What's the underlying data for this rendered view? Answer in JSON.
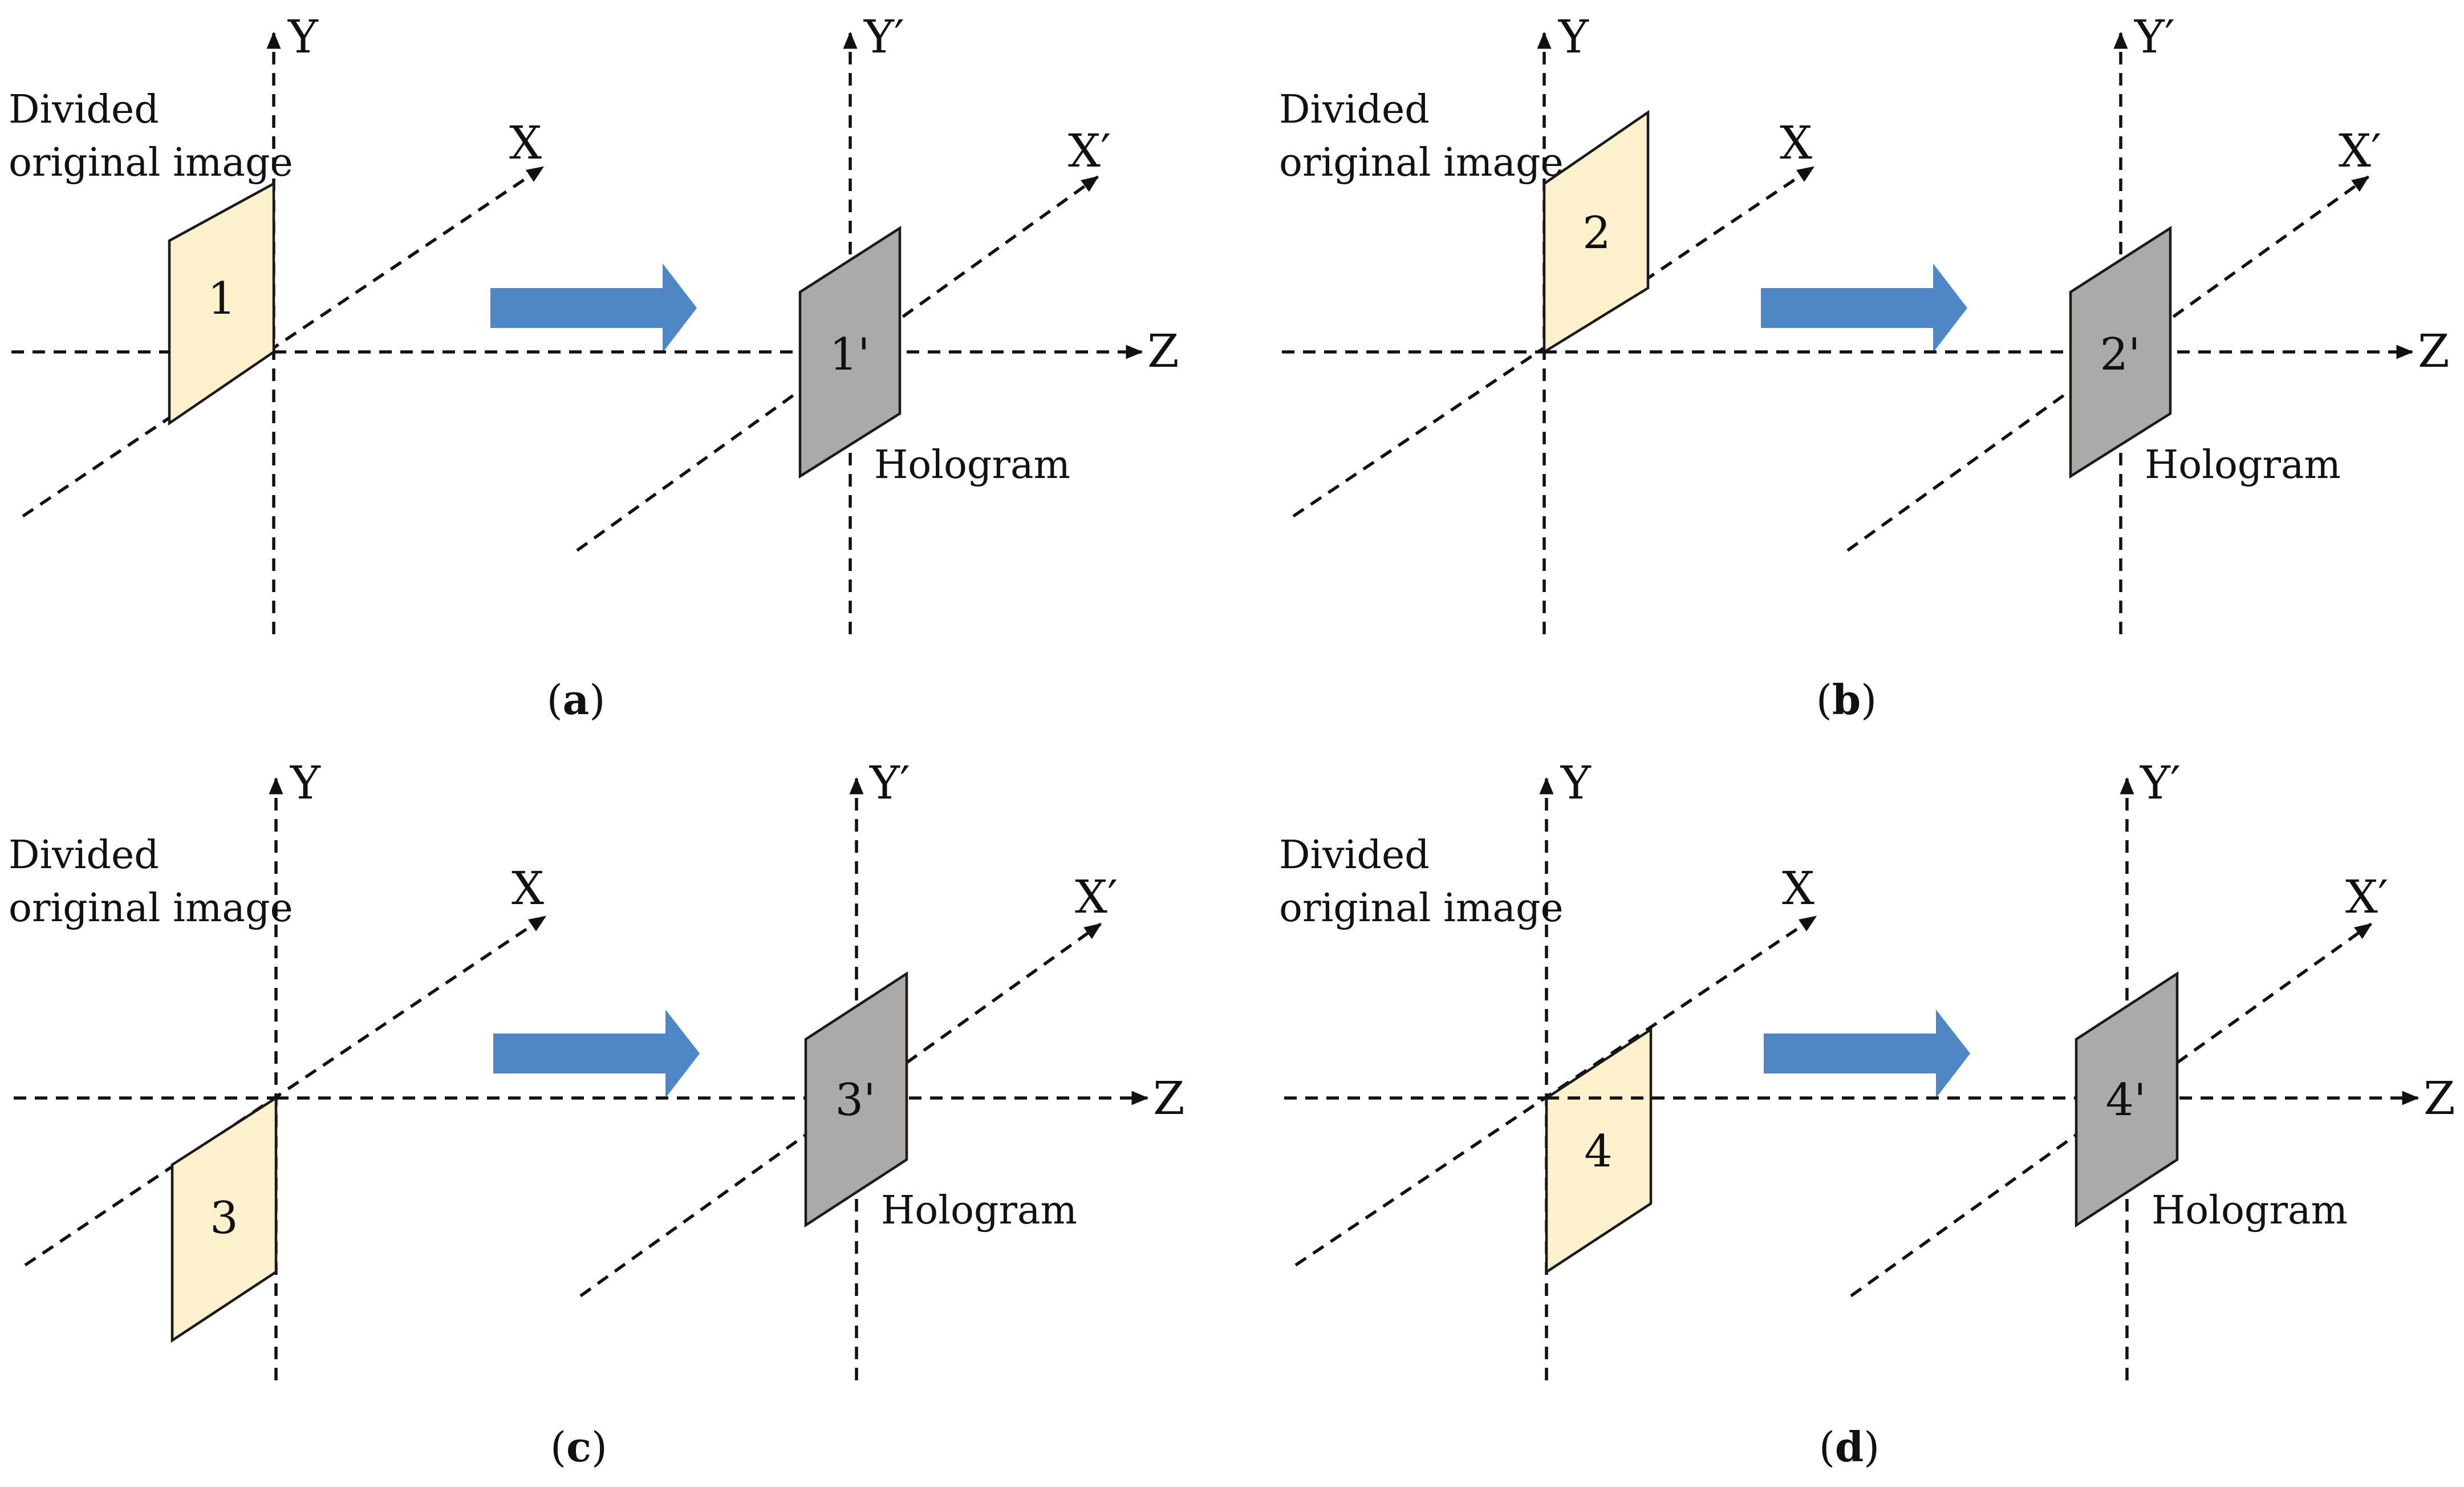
{
  "labels": {
    "divided_line1": "Divided",
    "divided_line2": "original image",
    "hologram": "Hologram",
    "axis_x": "X",
    "axis_y": "Y",
    "axis_z": "Z",
    "axis_x_prime": "X′",
    "axis_y_prime": "Y′"
  },
  "panels": [
    {
      "id": "a",
      "plane_label": "1",
      "hologram_label": "1'",
      "caption_open": "(",
      "caption_letter": "a",
      "caption_close": ")",
      "quadrant": "upper-left"
    },
    {
      "id": "b",
      "plane_label": "2",
      "hologram_label": "2'",
      "caption_open": "(",
      "caption_letter": "b",
      "caption_close": ")",
      "quadrant": "upper-right"
    },
    {
      "id": "c",
      "plane_label": "3",
      "hologram_label": "3'",
      "caption_open": "(",
      "caption_letter": "c",
      "caption_close": ")",
      "quadrant": "lower-left"
    },
    {
      "id": "d",
      "plane_label": "4",
      "hologram_label": "4'",
      "caption_open": "(",
      "caption_letter": "d",
      "caption_close": ")",
      "quadrant": "lower-right"
    }
  ],
  "colors": {
    "original_plane": "#fdf1cd",
    "hologram_plane": "#acaaa9",
    "arrow": "#4f87c6",
    "line": "#111111"
  }
}
